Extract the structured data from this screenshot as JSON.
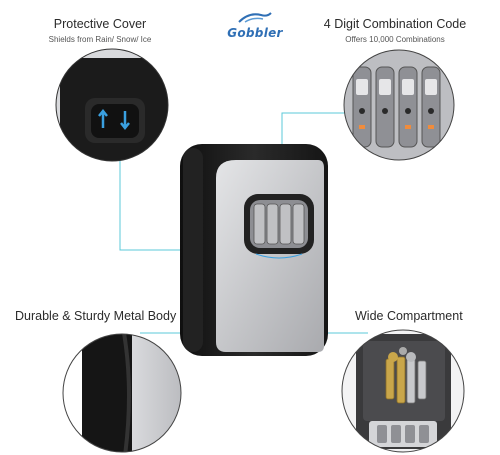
{
  "brand": {
    "name": "Gobbler"
  },
  "features": {
    "cover": {
      "title": "Protective Cover",
      "subtitle": "Shields from Rain/ Snow/ Ice"
    },
    "code": {
      "title": "4 Digit Combination Code",
      "subtitle": "Offers 10,000 Combinations"
    },
    "body": {
      "title": "Durable & Sturdy Metal Body"
    },
    "compartment": {
      "title": "Wide Compartment"
    }
  },
  "colors": {
    "callout_line": "#5bc8d8",
    "brand": "#2f6fb5",
    "box_black": "#1c1c1c",
    "box_silver": "#c9cacd"
  }
}
